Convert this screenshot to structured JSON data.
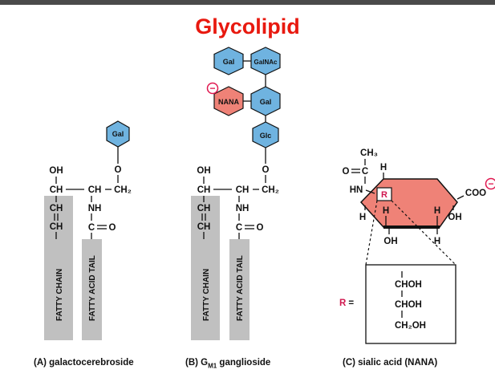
{
  "title": "Glycolipid",
  "colors": {
    "title": "#e8190f",
    "sugar_blue": "#6fb3e0",
    "nana_pink": "#ef8277",
    "tail_gray": "#c0c0c0"
  },
  "panel_a": {
    "sugar": "Gal",
    "atoms": {
      "oh": "OH",
      "ch1": "CH",
      "ch2": "CH",
      "ch2b": "CH₂",
      "ch3": "CH",
      "ch4": "CH",
      "nh": "NH",
      "co": "C",
      "o_ket": "O",
      "o_link": "O"
    },
    "fatty_chain": "FATTY CHAIN",
    "fatty_acid_tail": "FATTY ACID TAIL",
    "caption": "(A) galactocerebroside"
  },
  "panel_b": {
    "sugars": {
      "gal_top": "Gal",
      "galnac": "GalNAc",
      "nana": "NANA",
      "gal_mid": "Gal",
      "glc": "Glc"
    },
    "charge": "−",
    "atoms": {
      "oh": "OH",
      "ch1": "CH",
      "ch2": "CH",
      "ch2b": "CH₂",
      "ch3": "CH",
      "ch4": "CH",
      "nh": "NH",
      "co": "C",
      "o_ket": "O",
      "o_link": "O"
    },
    "fatty_chain": "FATTY CHAIN",
    "fatty_acid_tail": "FATTY ACID TAIL",
    "caption_prefix": "(B) G",
    "caption_sub": "M1",
    "caption_suffix": " ganglioside"
  },
  "panel_c": {
    "atoms": {
      "ch3": "CH₃",
      "o": "O",
      "c": "C",
      "hn": "HN",
      "h_top": "H",
      "r": "R",
      "coo": "COO",
      "charge": "−",
      "h_left": "H",
      "h_mid": "H",
      "h_right": "H",
      "oh_right": "OH",
      "oh_bottom": "OH",
      "h_bottom": "H"
    },
    "r_eq": "R =",
    "r_groups": [
      "CHOH",
      "CHOH",
      "CH₂OH"
    ],
    "caption": "(C) sialic acid (NANA)"
  }
}
